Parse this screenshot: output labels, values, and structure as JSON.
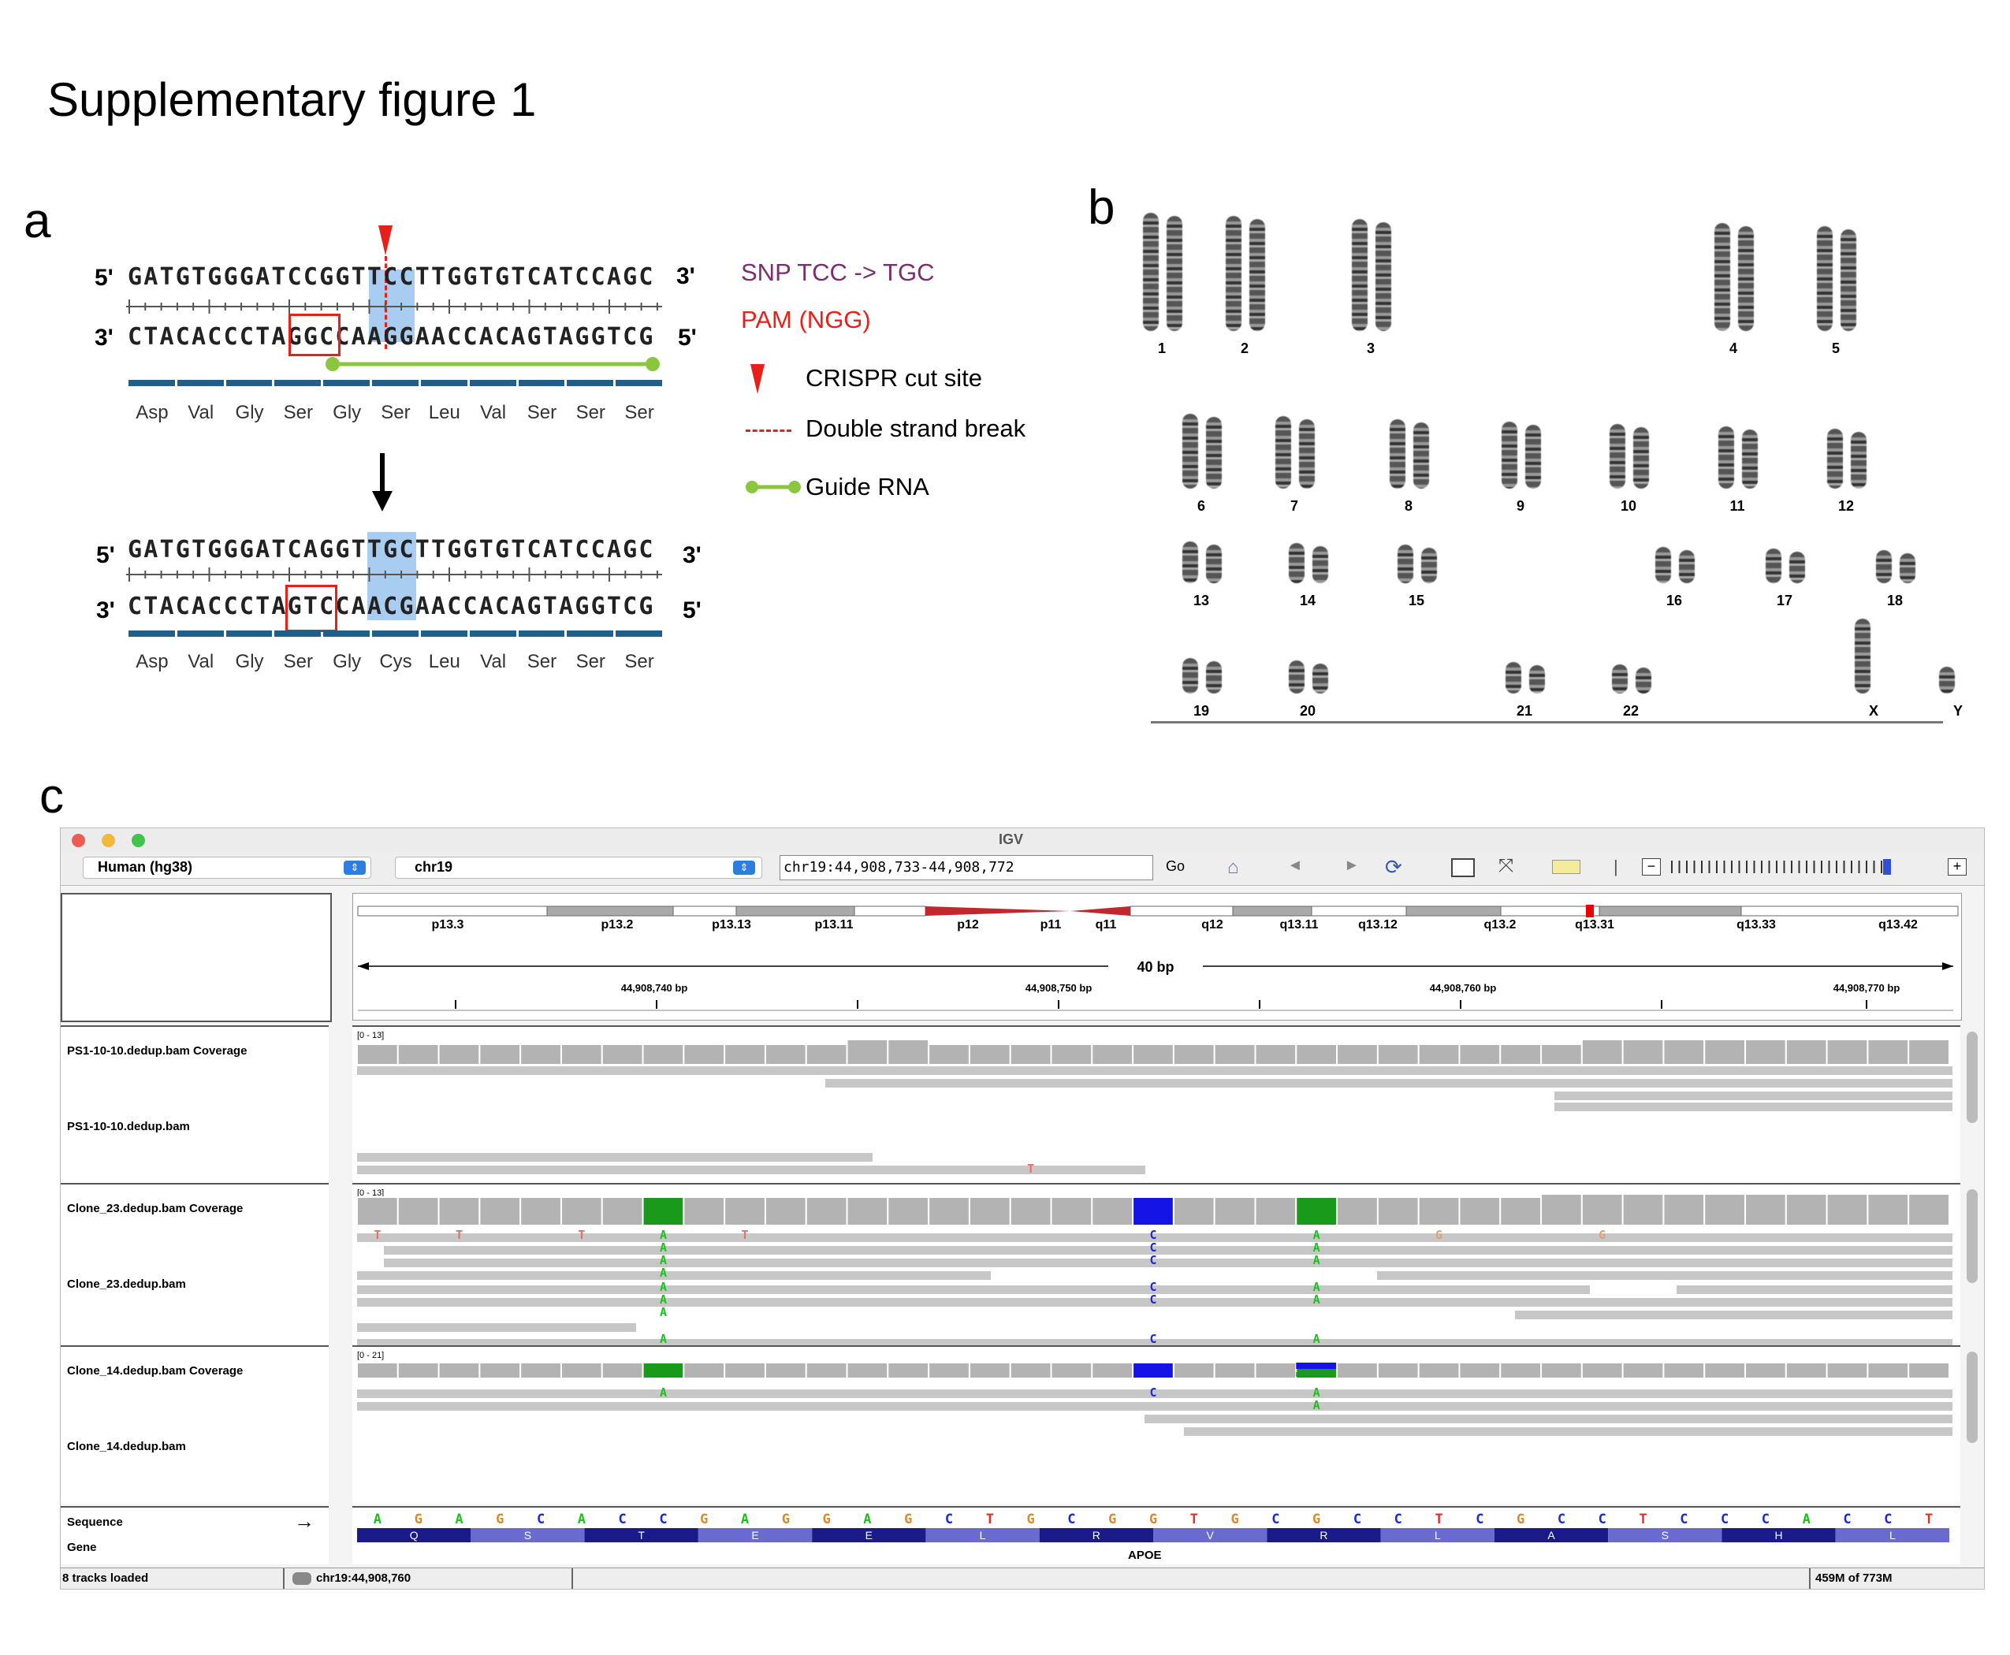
{
  "figure_title": "Supplementary figure 1",
  "panels": {
    "a": "a",
    "b": "b",
    "c": "c"
  },
  "panel_a": {
    "top": {
      "strand5_label": "5'",
      "strand5_seq": "GATGTGGGATCCGGTTCCTTGGTGTCATCCAGC",
      "strand5_end": "3'",
      "strand3_label": "3'",
      "strand3_seq": "CTACACCCTAGGCCAAGGAACCACAGTAGGTCG",
      "strand3_end": "5'",
      "amino_acids": [
        "Asp",
        "Val",
        "Gly",
        "Ser",
        "Gly",
        "Ser",
        "Leu",
        "Val",
        "Ser",
        "Ser",
        "Ser"
      ]
    },
    "bottom": {
      "strand5_label": "5'",
      "strand5_seq": "GATGTGGGATCAGGTTGCTTGGTGTCATCCAGC",
      "strand5_end": "3'",
      "strand3_label": "3'",
      "strand3_seq": "CTACACCCTAGTCCAACGAACCACAGTAGGTCG",
      "strand3_end": "5'",
      "amino_acids": [
        "Asp",
        "Val",
        "Gly",
        "Ser",
        "Gly",
        "Cys",
        "Leu",
        "Val",
        "Ser",
        "Ser",
        "Ser"
      ]
    },
    "legend": {
      "snp": "SNP TCC -> TGC",
      "pam": "PAM (NGG)",
      "cut": "CRISPR cut site",
      "dsb": "Double strand break",
      "guide": "Guide RNA"
    },
    "colors": {
      "snp": "#7b2d6e",
      "pam": "#e8201a",
      "highlight": "#a9cdf0",
      "guide": "#8cc63f",
      "aa_bar": "#1f5f8b"
    }
  },
  "panel_b": {
    "chromosomes": [
      "1",
      "2",
      "3",
      "4",
      "5",
      "6",
      "7",
      "8",
      "9",
      "10",
      "11",
      "12",
      "13",
      "14",
      "15",
      "16",
      "17",
      "18",
      "19",
      "20",
      "21",
      "22",
      "X",
      "Y"
    ]
  },
  "panel_c": {
    "window_title": "IGV",
    "genome": "Human (hg38)",
    "chromosome": "chr19",
    "locus": "chr19:44,908,733-44,908,772",
    "go": "Go",
    "cytobands": [
      "p13.3",
      "p13.2",
      "p13.13",
      "p13.11",
      "p12",
      "p11",
      "q11",
      "q12",
      "q13.11",
      "q13.12",
      "q13.2",
      "q13.31",
      "q13.33",
      "q13.42"
    ],
    "span": "40 bp",
    "ruler_ticks": [
      "44,908,740 bp",
      "44,908,750 bp",
      "44,908,760 bp",
      "44,908,770 bp"
    ],
    "tracks": [
      {
        "coverage_name": "PS1-10-10.dedup.bam Coverage",
        "bam_name": "PS1-10-10.dedup.bam",
        "range": "[0 - 13]"
      },
      {
        "coverage_name": "Clone_23.dedup.bam Coverage",
        "bam_name": "Clone_23.dedup.bam",
        "range": "[0 - 13]"
      },
      {
        "coverage_name": "Clone_14.dedup.bam Coverage",
        "bam_name": "Clone_14.dedup.bam",
        "range": "[0 - 21]"
      }
    ],
    "sequence_label": "Sequence",
    "gene_label": "Gene",
    "sequence": [
      "A",
      "G",
      "A",
      "G",
      "C",
      "A",
      "C",
      "C",
      "G",
      "A",
      "G",
      "G",
      "A",
      "G",
      "C",
      "T",
      "G",
      "C",
      "G",
      "G",
      "T",
      "G",
      "C",
      "G",
      "C",
      "C",
      "T",
      "C",
      "G",
      "C",
      "C",
      "T",
      "C",
      "C",
      "C",
      "A",
      "C",
      "C",
      "T"
    ],
    "amino_acids": [
      "Q",
      "S",
      "T",
      "E",
      "E",
      "L",
      "R",
      "V",
      "R",
      "L",
      "A",
      "S",
      "H",
      "L"
    ],
    "gene_name": "APOE",
    "status": {
      "tracks": "8 tracks loaded",
      "position": "chr19:44,908,760",
      "memory": "459M of 773M"
    },
    "nt_colors": {
      "A": "#1fbf1f",
      "C": "#1d2bd6",
      "G": "#d98a2b",
      "T": "#e0302b"
    }
  }
}
